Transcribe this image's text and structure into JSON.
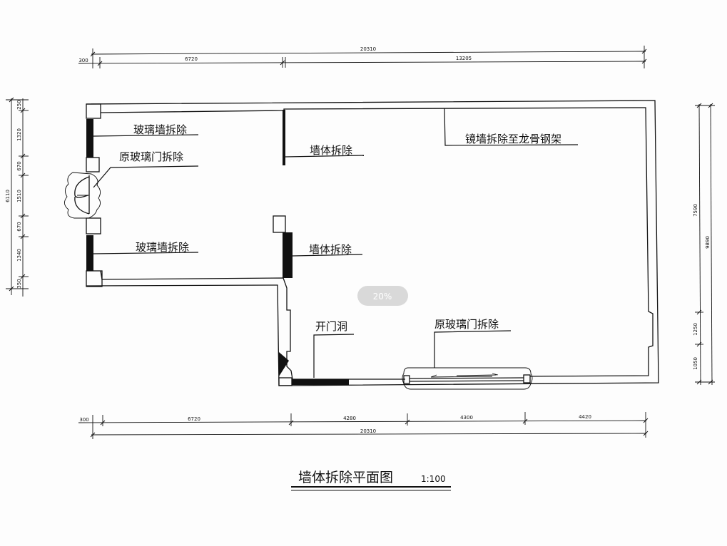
{
  "drawing": {
    "title": "墙体拆除平面图",
    "scale": "1:100",
    "zoom_badge": "20%"
  },
  "labels": {
    "glass_wall_removal_top": "玻璃墙拆除",
    "original_glass_door_removal_left": "原玻璃门拆除",
    "glass_wall_removal_bottom": "玻璃墙拆除",
    "wall_removal_upper": "墙体拆除",
    "wall_removal_lower": "墙体拆除",
    "mirror_wall_removal": "镜墙拆除至龙骨钢架",
    "open_door_opening": "开门洞",
    "original_glass_door_removal_bottom": "原玻璃门拆除"
  },
  "dimensions": {
    "top_total": "20310",
    "top_segments": [
      "300",
      "6720",
      "13205"
    ],
    "bottom_total": "20310",
    "bottom_segments": [
      "300",
      "6720",
      "4280",
      "4300",
      "4420"
    ],
    "left_total": "6110",
    "left_segments": [
      "250",
      "1320",
      "670",
      "1510",
      "670",
      "1340",
      "350"
    ],
    "right_total": "9890",
    "right_segments": [
      "7590",
      "1250",
      "1050"
    ]
  }
}
